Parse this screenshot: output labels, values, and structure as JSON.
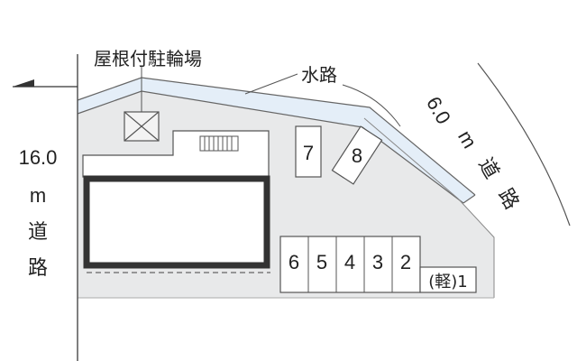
{
  "labels": {
    "bike_parking": "屋根付駐輪場",
    "waterway": "水路",
    "road_left": {
      "width": "16.0",
      "unit": "m",
      "char1": "道",
      "char2": "路"
    },
    "road_right": {
      "width": "6.0",
      "unit": "m",
      "char1": "道",
      "char2": "路"
    }
  },
  "parking": {
    "top_spaces": [
      "7",
      "8"
    ],
    "bottom_spaces": [
      "6",
      "5",
      "4",
      "3",
      "2"
    ],
    "kei_space": "(軽)1"
  },
  "colors": {
    "lot": "#e8e9ea",
    "waterway": "#e4eef8",
    "outline": "#555555",
    "building": "#333333",
    "text": "#222222"
  },
  "icons": {
    "north": "north-arrow-icon",
    "bike_shelter": "crossed-box-icon",
    "bike_rack": "bike-rack-icon"
  }
}
